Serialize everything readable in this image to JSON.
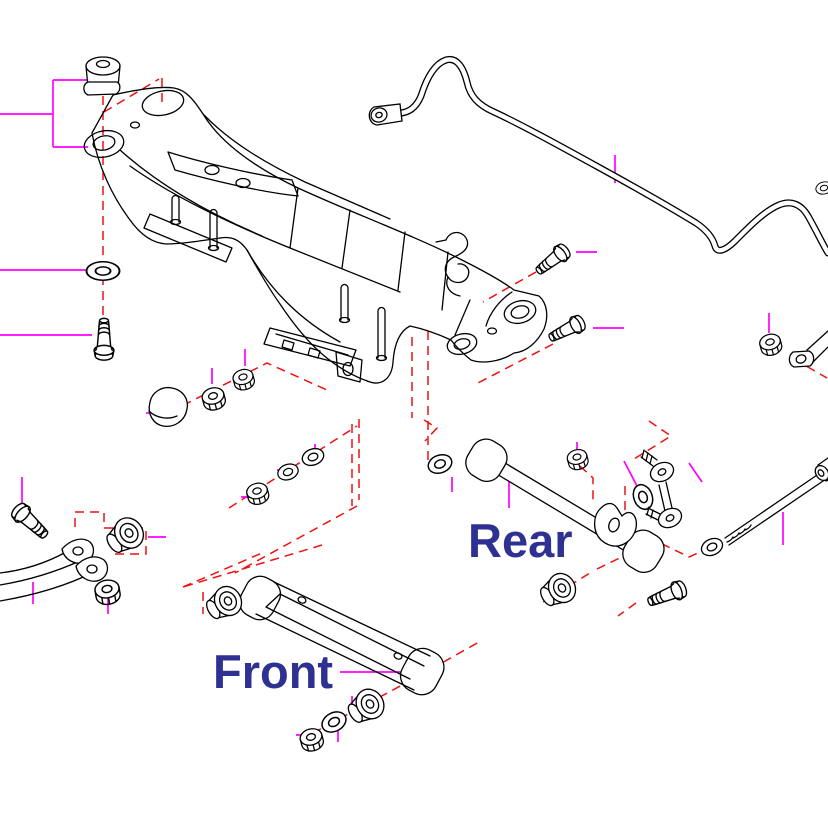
{
  "diagram": {
    "type": "exploded-parts-diagram",
    "subject": "rear-suspension-crossmember-and-links",
    "labels": {
      "rear": "Rear",
      "front": "Front"
    },
    "colors": {
      "background": "#ffffff",
      "part_outline": "#000000",
      "assembly_dashed_line": "#f01010",
      "callout_leader_line": "#ff00ff",
      "label_text": "#2e3192"
    },
    "part_names": [
      "subframe-crossmember",
      "mount-insulator-bushing",
      "stabilizer-bar",
      "stabilizer-end-link",
      "rear-lateral-link",
      "front-lateral-link",
      "trailing-arm",
      "adjusting-rod",
      "flange-bolt",
      "flange-nut",
      "washer",
      "link-bushing",
      "dome-cap"
    ]
  }
}
